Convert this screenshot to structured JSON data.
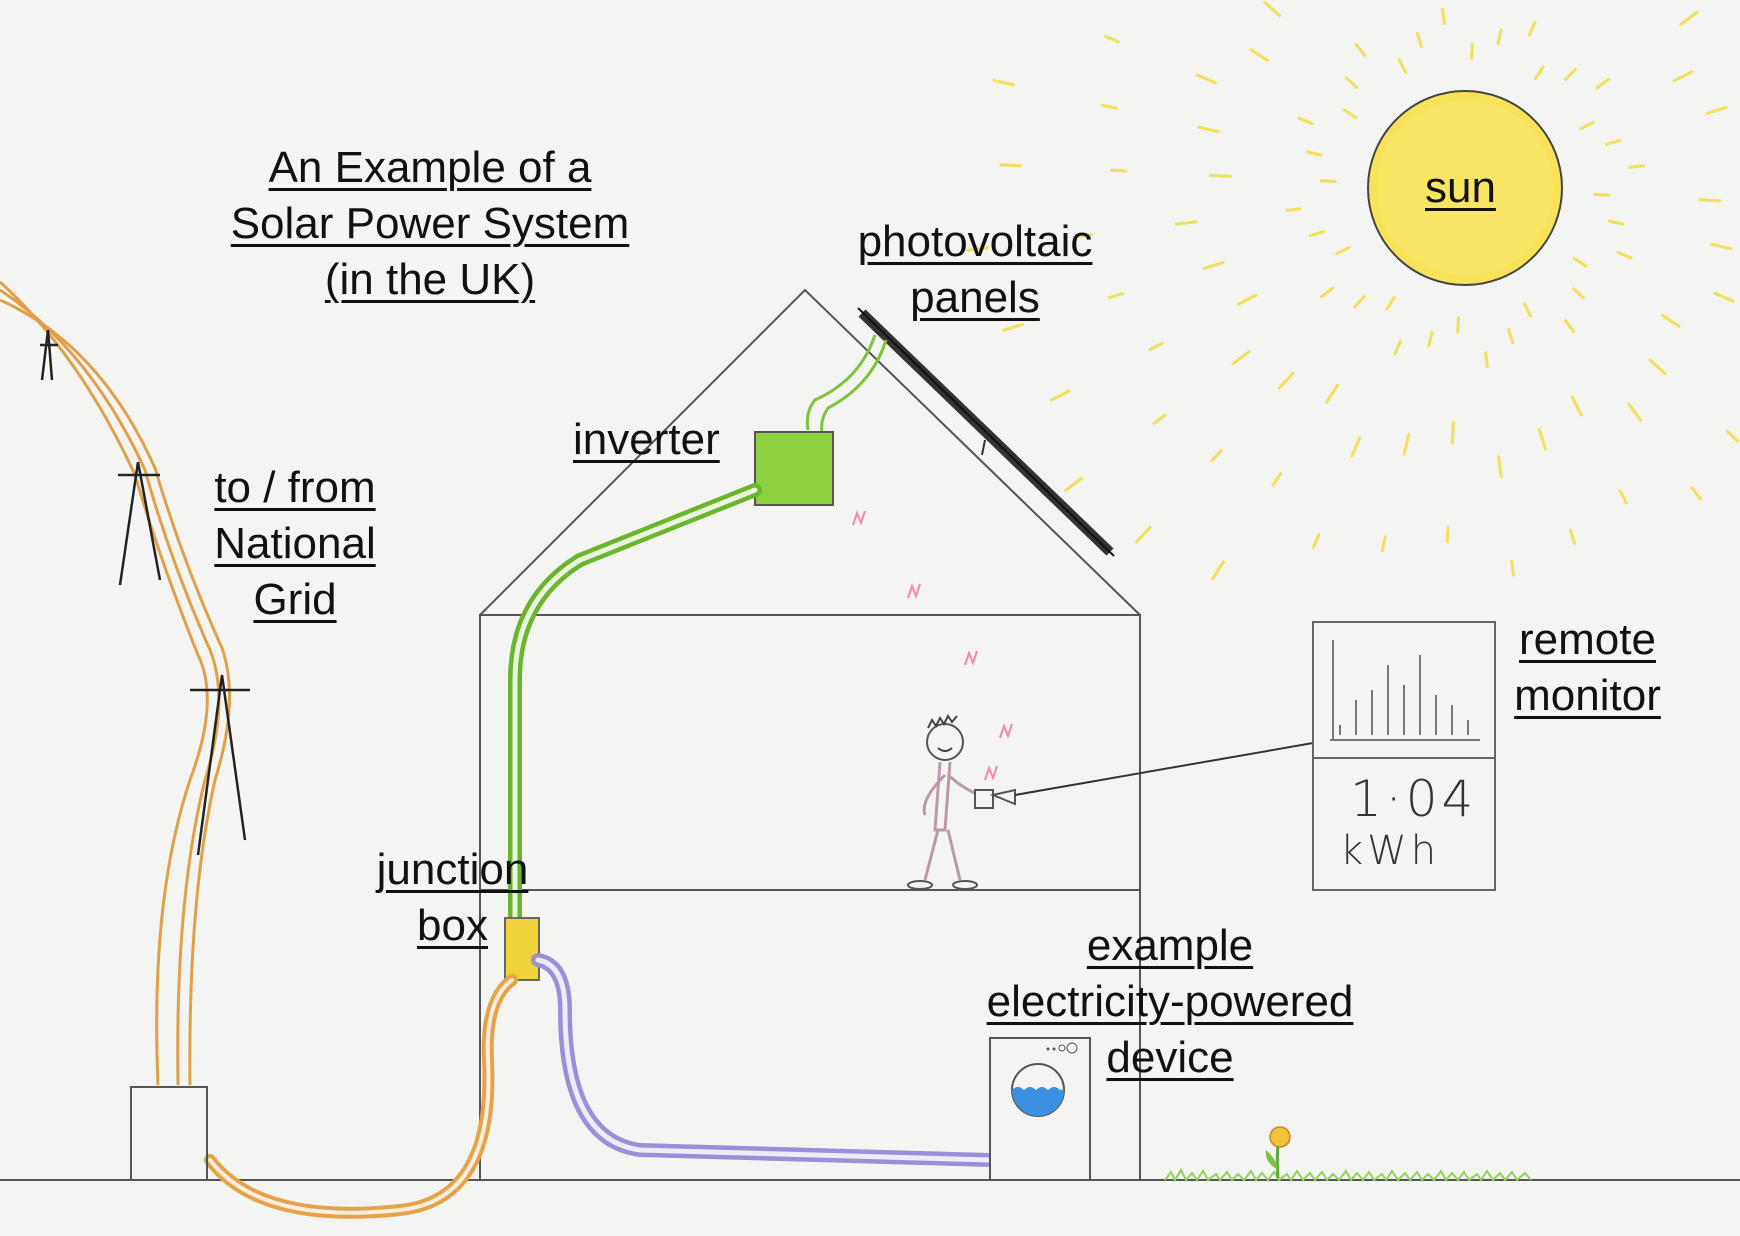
{
  "title": {
    "line1": "An Example of a ",
    "line2": "Solar Power System",
    "line3": "(in the UK)"
  },
  "labels": {
    "sun": "sun",
    "panels_line1": "photovoltaic",
    "panels_line2": "panels",
    "inverter": "inverter",
    "grid_line1": "to / from",
    "grid_line2": "National",
    "grid_line3": "Grid",
    "monitor_line1": "remote",
    "monitor_line2": "monitor",
    "junction_line1": "junction",
    "junction_line2": "box",
    "device_line1": "example",
    "device_line2": "electricity-powered",
    "device_line3": "device"
  },
  "monitor": {
    "reading": "1·04",
    "unit": "kWh",
    "bar_levels": [
      0.1,
      0.35,
      0.45,
      0.7,
      0.5,
      0.8,
      0.4,
      0.3,
      0.15
    ]
  },
  "colors": {
    "paper": "#f4f4f2",
    "sun": "#f5e052",
    "green_cable": "#7fc33a",
    "inverter": "#8cd142",
    "orange_cable": "#e6a24a",
    "purple_cable": "#9a8fd8",
    "junction": "#f0d338",
    "water": "#3a8fe0"
  }
}
